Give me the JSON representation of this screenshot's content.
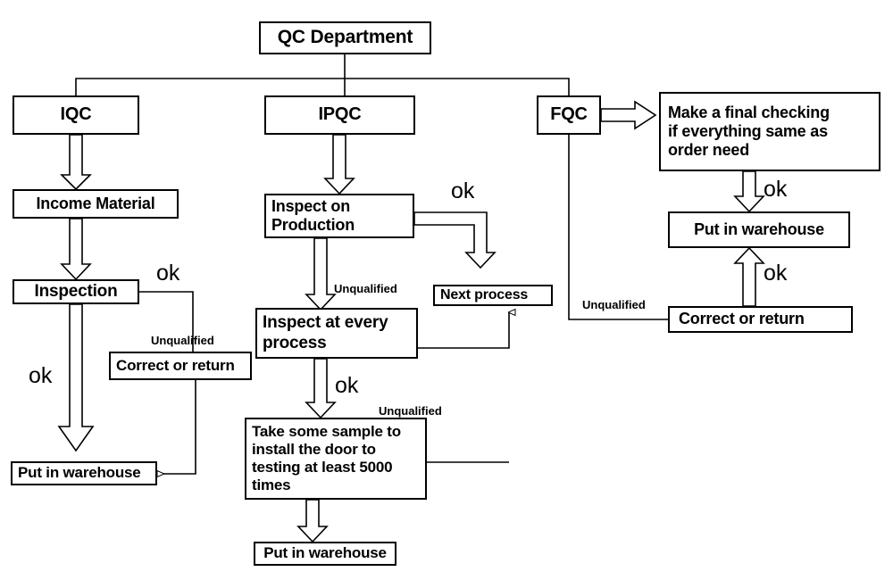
{
  "diagram": {
    "title": "QC Department Flowchart",
    "line_color": "#000000",
    "box_fill": "#ffffff",
    "nodes": {
      "qc_department": "QC Department",
      "iqc": "IQC",
      "ipqc": "IPQC",
      "fqc": "FQC",
      "income_material": "Income Material",
      "inspection": "Inspection",
      "correct_or_return_left": "Correct or return",
      "put_in_warehouse_left": "Put in warehouse",
      "inspect_on_production_l1": "Inspect on",
      "inspect_on_production_l2": "Production",
      "inspect_at_every_l1": "Inspect at every",
      "inspect_at_every_l2": "process",
      "next_process": "Next process",
      "take_sample_l1": "Take some sample to",
      "take_sample_l2": "install the door to",
      "take_sample_l3": "testing at least 5000",
      "take_sample_l4": "times",
      "put_in_warehouse_center": "Put in warehouse",
      "final_checking_l1": "Make a final checking",
      "final_checking_l2": " if everything same as",
      "final_checking_l3": "order need",
      "put_in_warehouse_right": "Put in warehouse",
      "correct_or_return_right": "Correct or return"
    },
    "edge_labels": {
      "ok_inspection": "ok",
      "ok_inspection_down": "ok",
      "unqualified_inspection": "Unqualified",
      "ok_production": "ok",
      "unqualified_production": "Unqualified",
      "ok_every_process": "ok",
      "unqualified_every_process": "Unqualified",
      "ok_final_checking": "ok",
      "ok_correct_right": "ok",
      "unqualified_fqc": "Unqualified"
    }
  }
}
